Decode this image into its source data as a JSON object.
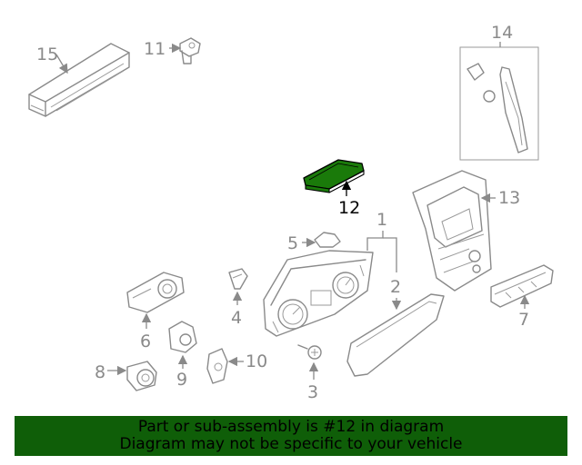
{
  "colors": {
    "highlight": "#1a7a0a",
    "banner": "#0f5e08",
    "line": "#8a8a8a"
  },
  "callouts": {
    "c1": "1",
    "c2": "2",
    "c3": "3",
    "c4": "4",
    "c5": "5",
    "c6": "6",
    "c7": "7",
    "c8": "8",
    "c9": "9",
    "c10": "10",
    "c11": "11",
    "c12": "12",
    "c13": "13",
    "c14": "14",
    "c15": "15"
  },
  "banner": {
    "line1": "Part or sub-assembly is #12 in diagram",
    "line2": "Diagram may not be specific to your vehicle"
  }
}
